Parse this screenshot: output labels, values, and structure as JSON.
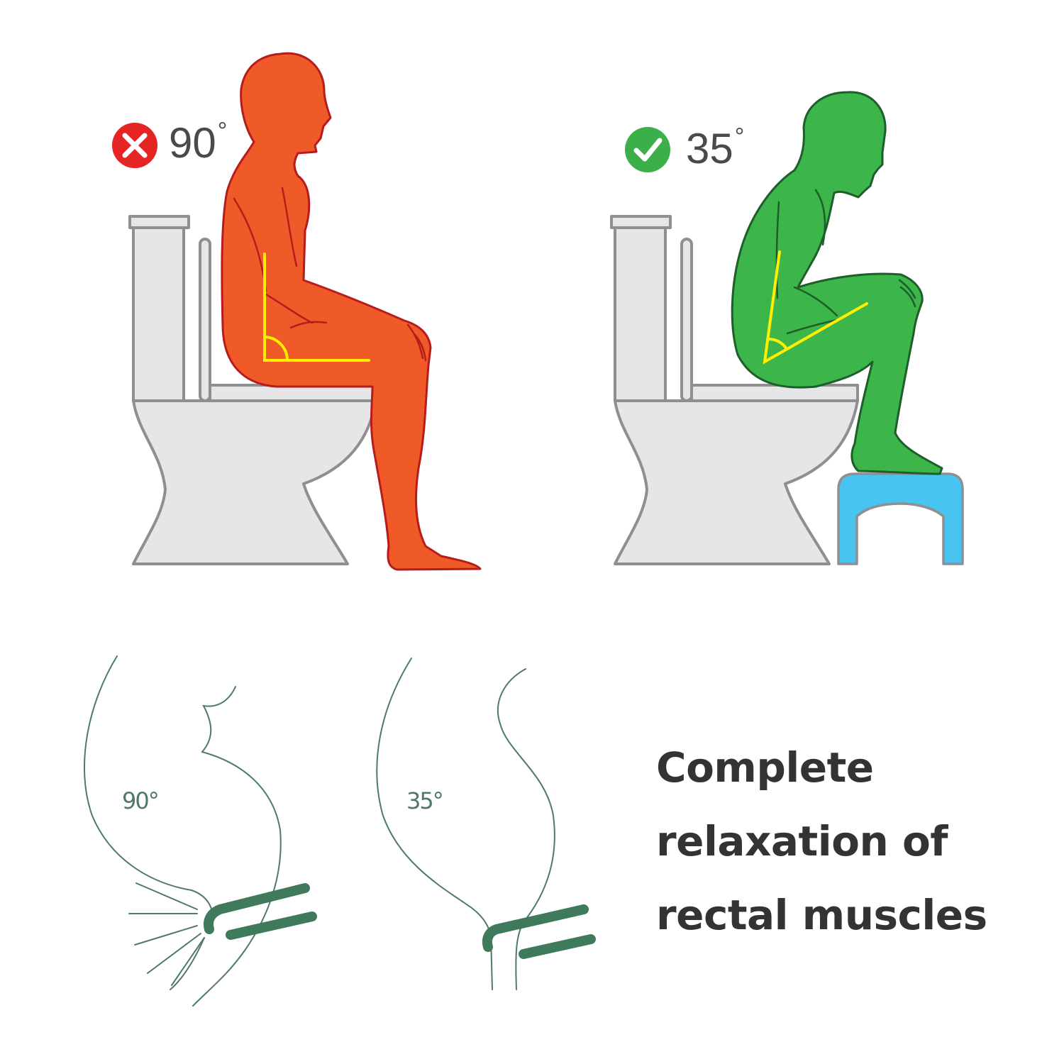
{
  "colors": {
    "bad": "#e52424",
    "good": "#3bb04a",
    "figure_bad": "#f05a28",
    "figure_bad_outline": "#b71c1c",
    "figure_good": "#3cb54a",
    "figure_good_outline": "#1d5e2a",
    "toilet_fill": "#e6e6e8",
    "toilet_outline": "#8f8f91",
    "stool_fill": "#48c4f0",
    "angle_marker": "#ffee00",
    "anatomy_line": "#4e7a66",
    "muscle": "#3f7a5c",
    "text": "#333333",
    "label_text": "#4a4a4a"
  },
  "panels": [
    {
      "id": "wrong-posture",
      "status": "incorrect",
      "icon": "x-circle-icon",
      "angle_value": "90",
      "angle_unit": "°"
    },
    {
      "id": "correct-posture",
      "status": "correct",
      "icon": "check-circle-icon",
      "angle_value": "35",
      "angle_unit": "°"
    }
  ],
  "anatomy": [
    {
      "angle_label": "90°"
    },
    {
      "angle_label": "35°"
    }
  ],
  "headline": {
    "line1": "Complete",
    "line2": "relaxation of",
    "line3": "rectal muscles"
  }
}
